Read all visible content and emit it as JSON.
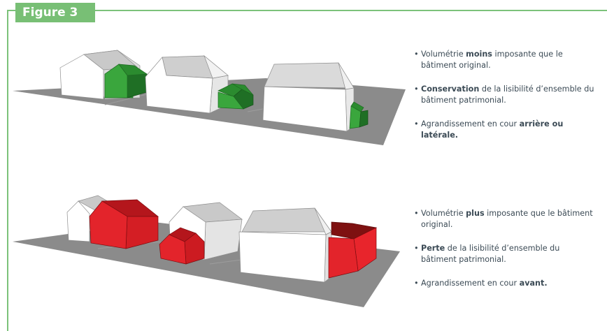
{
  "figure_label": "Figure 3",
  "colors": {
    "accent_green": "#78bf75",
    "good_addition": "#3aa53a",
    "bad_addition": "#e01f26",
    "ground": "#8a8a8a",
    "building": "#ffffff"
  },
  "top_panel": {
    "bullets": [
      {
        "before": "Volumétrie ",
        "bold": "moins",
        "after": " imposante que le bâtiment original."
      },
      {
        "before": "",
        "bold": "Conservation",
        "after": " de la lisibilité d’ensemble du bâtiment patrimonial."
      },
      {
        "before": "Agrandissement en cour ",
        "bold": "arrière ou latérale.",
        "after": ""
      }
    ]
  },
  "bottom_panel": {
    "bullets": [
      {
        "before": "Volumétrie ",
        "bold": "plus",
        "after": " imposante que le bâtiment original."
      },
      {
        "before": "",
        "bold": "Perte",
        "after": " de la lisibilité d’ensemble du bâtiment patrimonial."
      },
      {
        "before": "Agrandissement en cour ",
        "bold": "avant.",
        "after": ""
      }
    ]
  }
}
